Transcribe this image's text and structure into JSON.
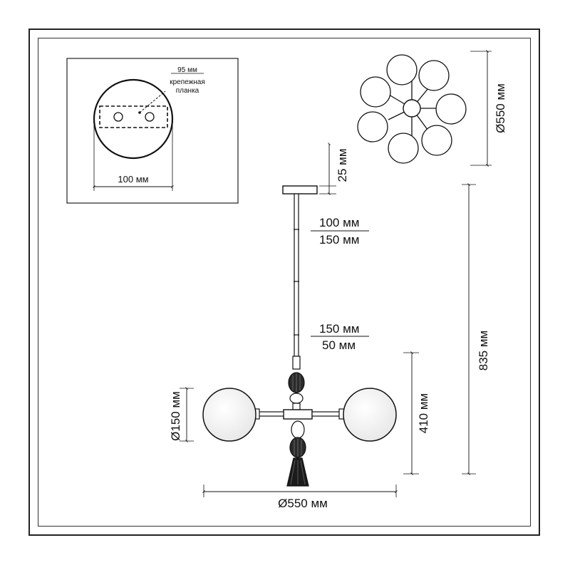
{
  "mount_plate": {
    "plate_width_label": "95 мм",
    "plate_name_line1": "крепежная",
    "plate_name_line2": "планка",
    "canopy_diameter_label": "100 мм"
  },
  "top_view": {
    "diameter_label": "Ø550 мм"
  },
  "side_view": {
    "canopy_height_label": "25 мм",
    "rod_a_label_1": "100 мм",
    "rod_a_label_2": "150 мм",
    "rod_b_label_1": "150 мм",
    "rod_b_label_2": "50 мм",
    "total_height_label": "835 мм",
    "body_height_label": "410 мм",
    "shade_diameter_label": "Ø150 мм",
    "span_diameter_label": "Ø550 мм"
  }
}
